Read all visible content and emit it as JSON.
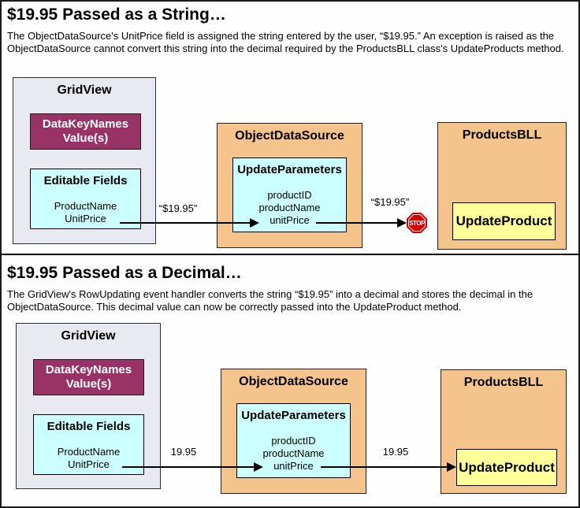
{
  "colors": {
    "magenta": "#993366",
    "orange": "#f5c38c",
    "cyan": "#ccffff",
    "yellow": "#ffff99",
    "gridview_bg": "#e9e9f1",
    "stop_red": "#d40000"
  },
  "stop_label": "STOP",
  "panels": [
    {
      "title": "$19.95 Passed as a String…",
      "description": "The ObjectDataSource's UnitPrice field is assigned the string entered by the user, “$19.95.” An exception is raised as the ObjectDataSource cannot convert this string into the decimal required by the ProductsBLL class's UpdateProducts method.",
      "gridview": {
        "title": "GridView",
        "datakeynames_line1": "DataKeyNames",
        "datakeynames_line2": "Value(s)",
        "editable_fields": {
          "title": "Editable Fields",
          "fields": [
            "ProductName",
            "UnitPrice"
          ]
        }
      },
      "objectdatasource": {
        "title": "ObjectDataSource",
        "updateparameters": {
          "title": "UpdateParameters",
          "params": [
            "productID",
            "productName",
            "unitPrice"
          ]
        }
      },
      "productsbll": {
        "title": "ProductsBLL",
        "method": "UpdateProduct"
      },
      "value_label_1": "“$19.95”",
      "value_label_2": "“$19.95”"
    },
    {
      "title": "$19.95 Passed as a Decimal…",
      "description": "The GridView's RowUpdating event handler converts the string “$19.95” into a decimal and stores the decimal in the ObjectDataSource. This decimal value can now be correctly passed into the UpdateProduct method.",
      "gridview": {
        "title": "GridView",
        "datakeynames_line1": "DataKeyNames",
        "datakeynames_line2": "Value(s)",
        "editable_fields": {
          "title": "Editable Fields",
          "fields": [
            "ProductName",
            "UnitPrice"
          ]
        }
      },
      "objectdatasource": {
        "title": "ObjectDataSource",
        "updateparameters": {
          "title": "UpdateParameters",
          "params": [
            "productID",
            "productName",
            "unitPrice"
          ]
        }
      },
      "productsbll": {
        "title": "ProductsBLL",
        "method": "UpdateProduct"
      },
      "value_label_1": "19.95",
      "value_label_2": "19.95"
    }
  ]
}
